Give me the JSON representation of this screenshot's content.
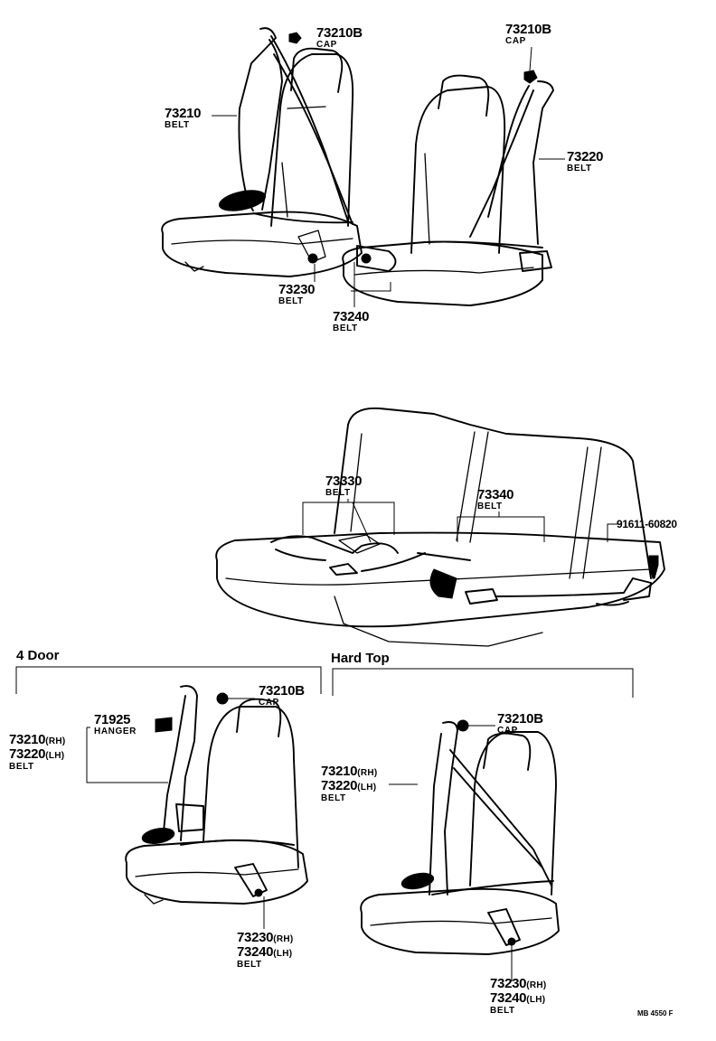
{
  "callouts": {
    "top_left_cap": {
      "part": "73210B",
      "desc": "CAP"
    },
    "top_left_belt": {
      "part": "73210",
      "desc": "BELT"
    },
    "top_right_cap": {
      "part": "73210B",
      "desc": "CAP"
    },
    "top_right_belt": {
      "part": "73220",
      "desc": "BELT"
    },
    "top_buckle_a": {
      "part": "73230",
      "desc": "BELT"
    },
    "top_buckle_b": {
      "part": "73240",
      "desc": "BELT"
    },
    "rear_left": {
      "part": "73330",
      "desc": "BELT"
    },
    "rear_right": {
      "part": "73340",
      "desc": "BELT"
    },
    "rear_bolt": {
      "part": "91611-60820"
    },
    "four_door_cap": {
      "part": "73210B",
      "desc": "CAP"
    },
    "four_door_hanger": {
      "part": "71925",
      "desc": "HANGER"
    },
    "four_door_belt": {
      "part_a": "73210",
      "suffix_a": "(RH)",
      "part_b": "73220",
      "suffix_b": "(LH)",
      "desc": "BELT"
    },
    "four_door_buckle": {
      "part_a": "73230",
      "suffix_a": "(RH)",
      "part_b": "73240",
      "suffix_b": "(LH)",
      "desc": "BELT"
    },
    "hard_top_cap": {
      "part": "73210B",
      "desc": "CAP"
    },
    "hard_top_belt": {
      "part_a": "73210",
      "suffix_a": "(RH)",
      "part_b": "73220",
      "suffix_b": "(LH)",
      "desc": "BELT"
    },
    "hard_top_buckle": {
      "part_a": "73230",
      "suffix_a": "(RH)",
      "part_b": "73240",
      "suffix_b": "(LH)",
      "desc": "BELT"
    }
  },
  "sections": {
    "four_door": "4 Door",
    "hard_top": "Hard Top"
  },
  "figure_ref": "MB 4550 F"
}
